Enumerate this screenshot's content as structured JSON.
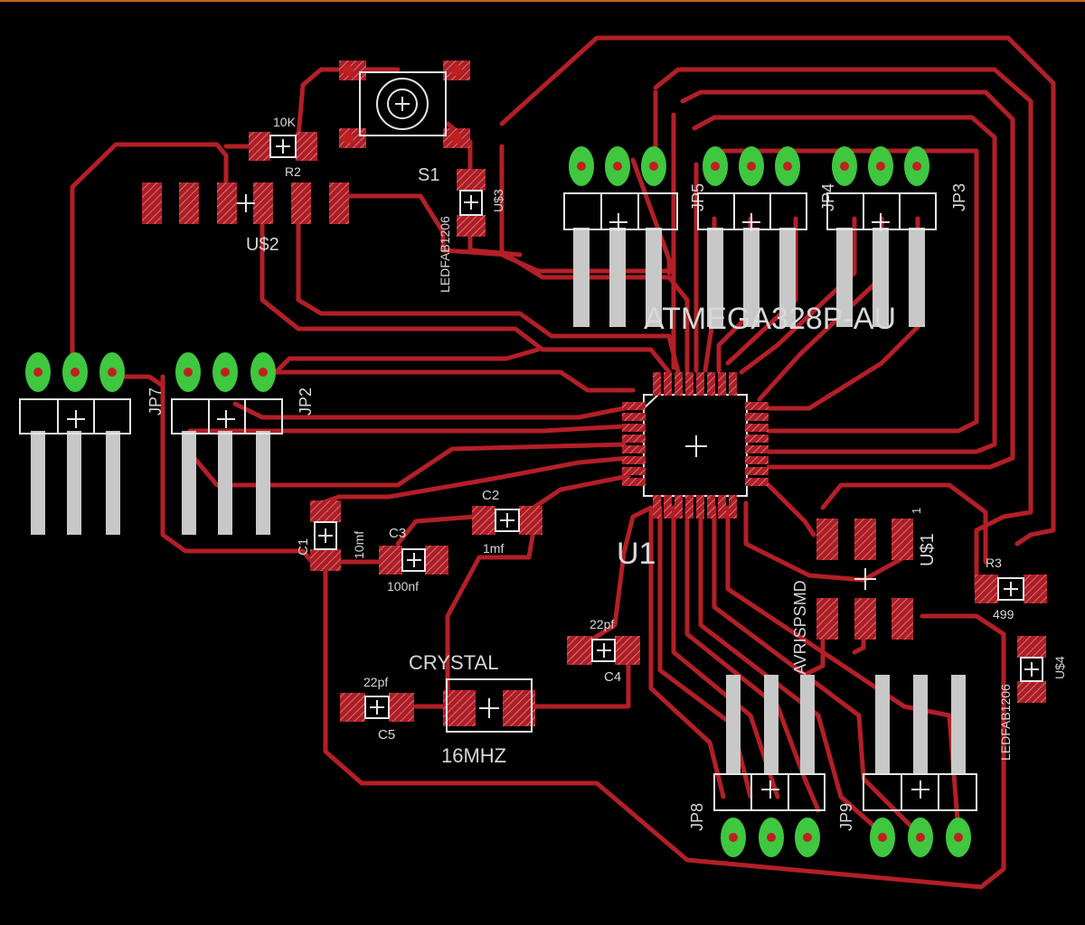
{
  "labels": {
    "r2_value": "10K",
    "r2_name": "R2",
    "us2": "U$2",
    "s1": "S1",
    "led1_value": "LEDFAB1206",
    "us3": "U$3",
    "jp5": "JP5",
    "jp4": "JP4",
    "jp3": "JP3",
    "atmega": "ATMEGA328P-AU",
    "jp7": "JP7",
    "jp2": "JP2",
    "c1_name": "C1",
    "c1_value": "10mf",
    "c3_name": "C3",
    "c3_value": "100nf",
    "c2_name": "C2",
    "c2_value": "1mf",
    "u1": "U1",
    "avr_name": "AVRISPSMD",
    "us1": "U$1",
    "avr_pin1": "1",
    "r3_name": "R3",
    "r3_value": "499",
    "led2_value": "LEDFAB1206",
    "us4": "U$4",
    "c4_value": "22pf",
    "c4_name": "C4",
    "crystal_name": "CRYSTAL",
    "crystal_value": "16MHZ",
    "c5_value": "22pf",
    "c5_name": "C5",
    "jp8": "JP8",
    "jp9": "JP9"
  },
  "colors": {
    "background": "#000000",
    "trace": "#b31f26",
    "pad": "#ad1e26",
    "silkscreen": "#e6e6e6",
    "via": "#3fc73f",
    "pin": "#c8c8c8",
    "frame": "#c8641e"
  }
}
